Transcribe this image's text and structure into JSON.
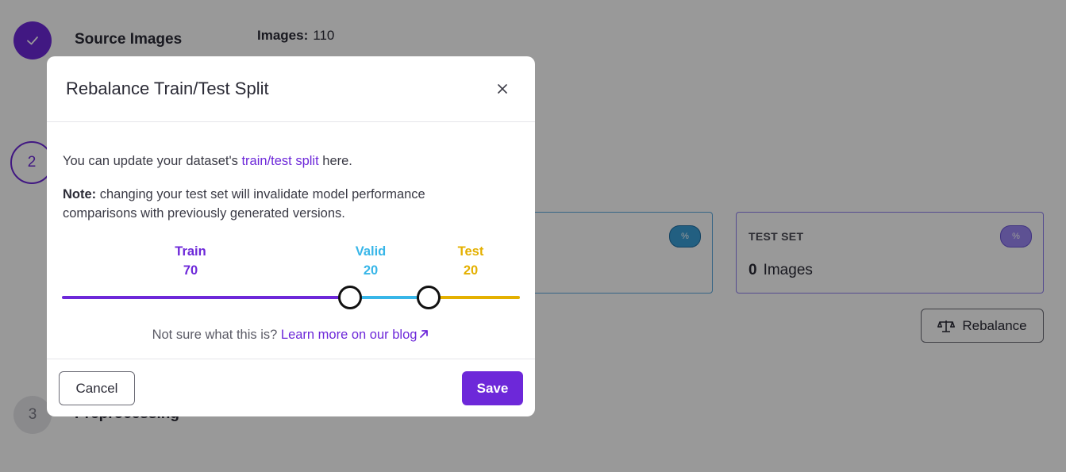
{
  "background": {
    "steps": [
      {
        "number": "",
        "title": "Source Images",
        "state": "complete",
        "icon": "check-icon"
      },
      {
        "number": "2",
        "title": "",
        "state": "active"
      },
      {
        "number": "3",
        "title": "Preprocessing",
        "state": "pending"
      }
    ],
    "images": {
      "label": "Images:",
      "value": "110"
    },
    "test_card": {
      "label": "TEST SET",
      "count": "0",
      "unit": "Images",
      "badge_icon": "percent-icon"
    },
    "valid_card": {
      "badge_icon": "percent-icon"
    },
    "rebalance_button": {
      "label": "Rebalance",
      "icon": "balance-scale-icon"
    },
    "overlay_color": "#000000"
  },
  "modal": {
    "title": "Rebalance Train/Test Split",
    "close_icon": "close-icon",
    "intro": {
      "before": "You can update your dataset's ",
      "link": "train/test split",
      "after": " here."
    },
    "note": {
      "label": "Note:",
      "text": " changing your test set will invalidate model performance comparisons with previously generated versions."
    },
    "slider": {
      "train": {
        "label": "Train",
        "value": "70",
        "color": "#6d28d9"
      },
      "valid": {
        "label": "Valid",
        "value": "20",
        "color": "#38b6e8"
      },
      "test": {
        "label": "Test",
        "value": "20",
        "color": "#e4b000"
      }
    },
    "learn_more": {
      "prefix": "Not sure what this is? ",
      "link": "Learn more on our blog",
      "icon": "external-link-icon"
    },
    "footer": {
      "cancel_label": "Cancel",
      "save_label": "Save"
    }
  },
  "colors": {
    "accent": "#6d28d9"
  }
}
